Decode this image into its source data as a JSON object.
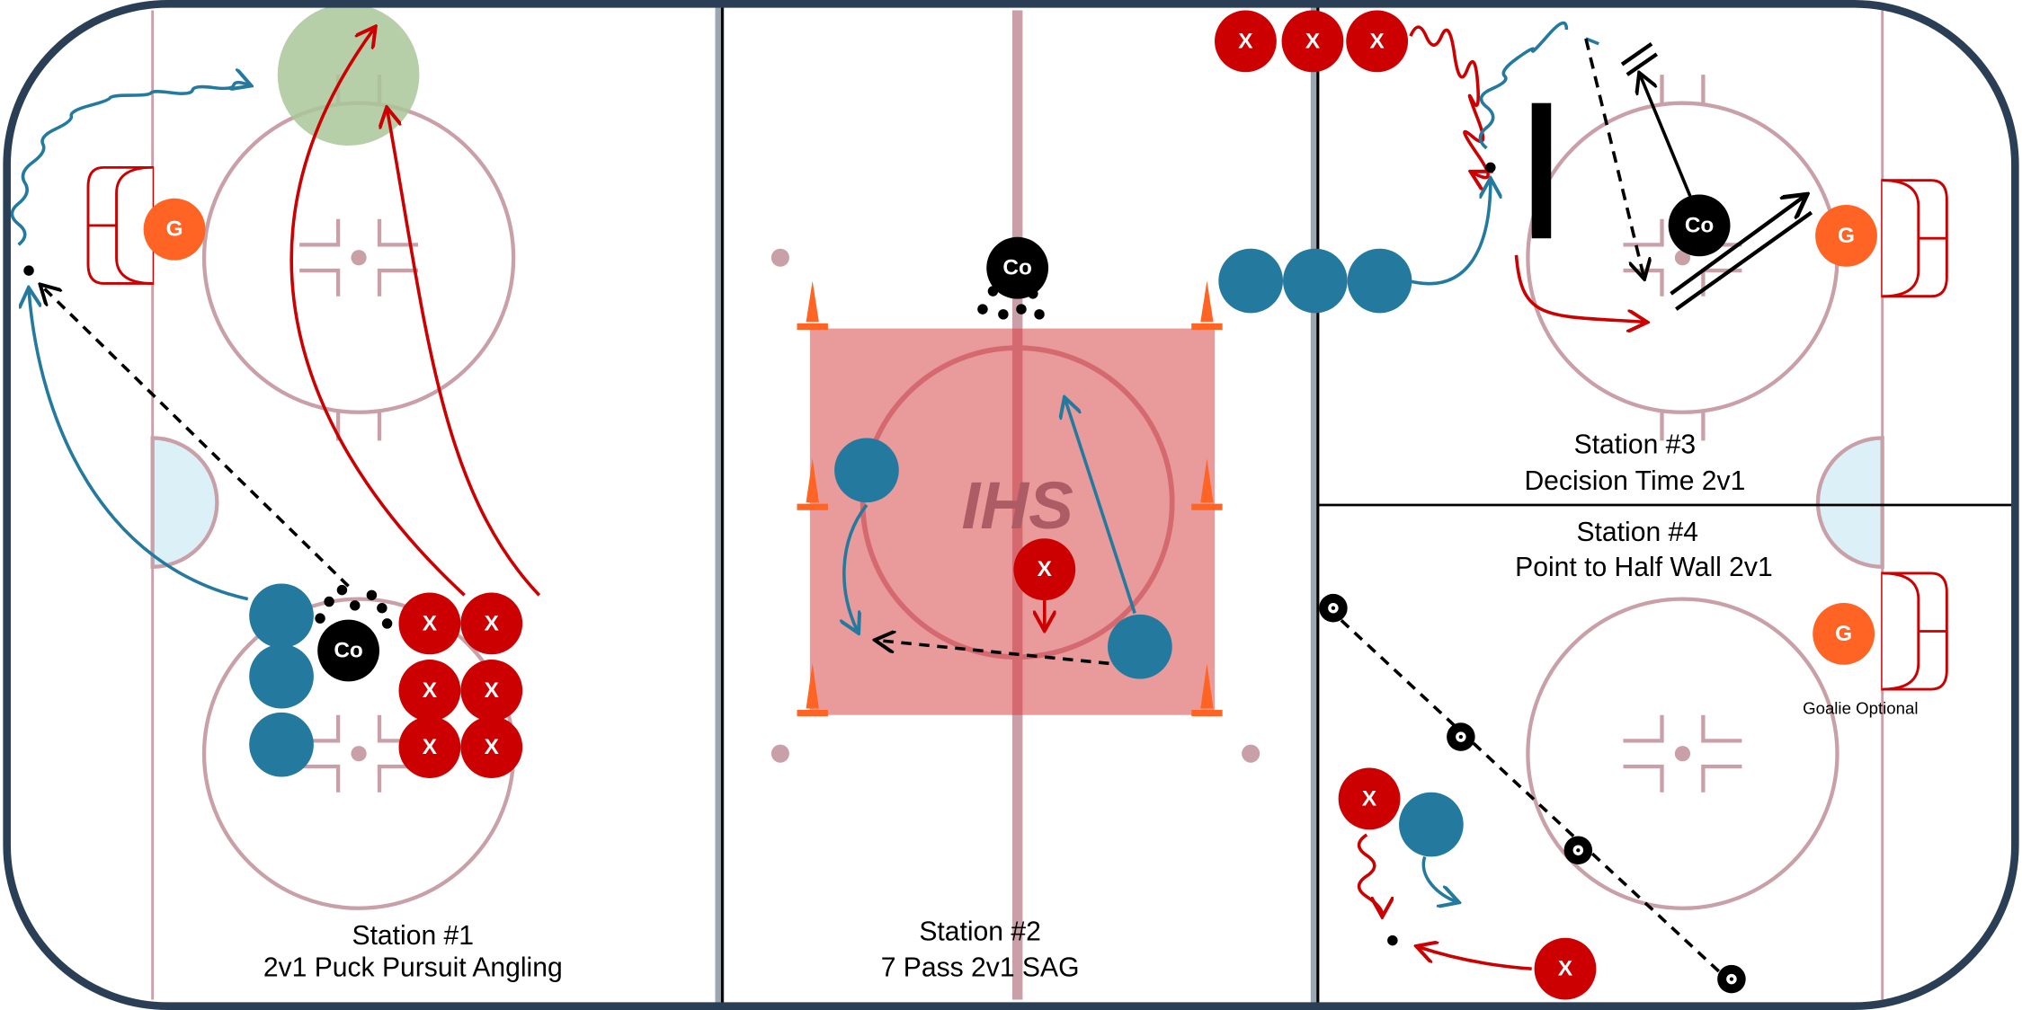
{
  "stations": [
    {
      "title": "Station #1",
      "subtitle": "2v1 Puck Pursuit Angling"
    },
    {
      "title": "Station #2",
      "subtitle": "7 Pass 2v1 SAG"
    },
    {
      "title": "Station #3",
      "subtitle": "Decision Time 2v1"
    },
    {
      "title": "Station #4",
      "subtitle": "Point to Half Wall 2v1",
      "note": "Goalie Optional"
    }
  ],
  "markers": {
    "forward": "X",
    "coach": "Co",
    "goalie": "G"
  },
  "logo": "IHS",
  "colors": {
    "forward": "#cc0000",
    "defense": "#237a9e",
    "goalie": "#ff6424",
    "coach": "#000000",
    "board": "#2a3f55",
    "zone_line": "#c9a0a8",
    "sag_area": "#e99a9a",
    "cone": "#ff6424",
    "target_zone": "#a9c79a"
  }
}
